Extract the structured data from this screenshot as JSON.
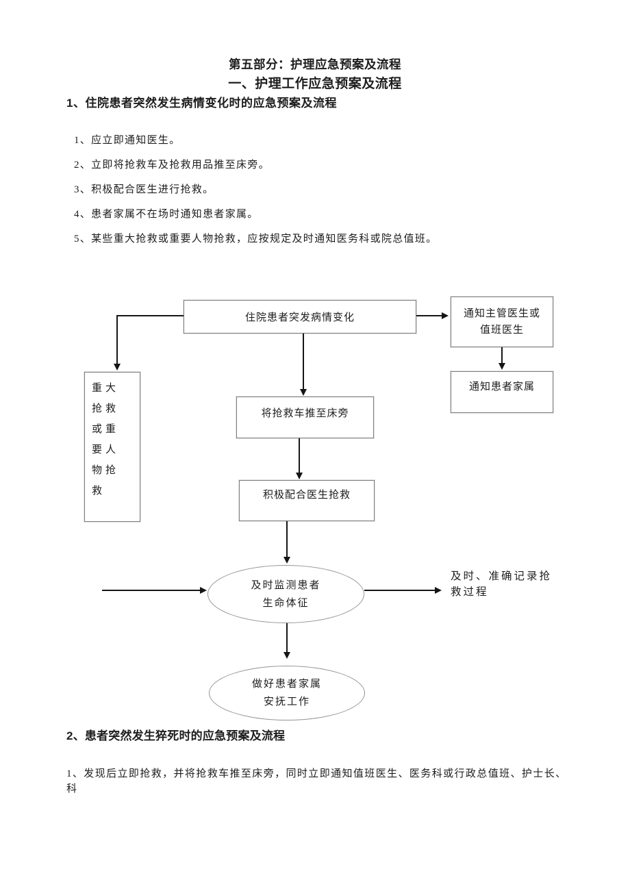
{
  "page": {
    "title": "第五部分：护理应急预案及流程",
    "subtitle": "一、护理工作应急预案及流程"
  },
  "section1": {
    "heading": "1、住院患者突然发生病情变化时的应急预案及流程",
    "items": [
      "1、应立即通知医生。",
      "2、立即将抢救车及抢救用品推至床旁。",
      "3、积极配合医生进行抢救。",
      "4、患者家属不在场时通知患者家属。",
      "5、某些重大抢救或重要人物抢救，应按规定及时通知医务科或院总值班。"
    ]
  },
  "flowchart": {
    "nodes": {
      "start": "住院患者突发病情变化",
      "notify_doctor": "通知主管医生或\n值班医生",
      "notify_family": "通知患者家属",
      "major_rescue": "重大\n抢救\n或重\n要人\n物抢\n救",
      "push_cart": "将抢救车推至床旁",
      "cooperate": "积极配合医生抢救",
      "monitor": "及时监测患者\n生命体征",
      "comfort": "做好患者家属\n安抚工作",
      "record_note": "及时、准确记录抢\n救过程"
    }
  },
  "section2": {
    "heading": "2、患者突然发生猝死时的应急预案及流程",
    "paragraph": "1、发现后立即抢救，并将抢救车推至床旁，同时立即通知值班医生、医务科或行政总值班、护士长、科"
  }
}
